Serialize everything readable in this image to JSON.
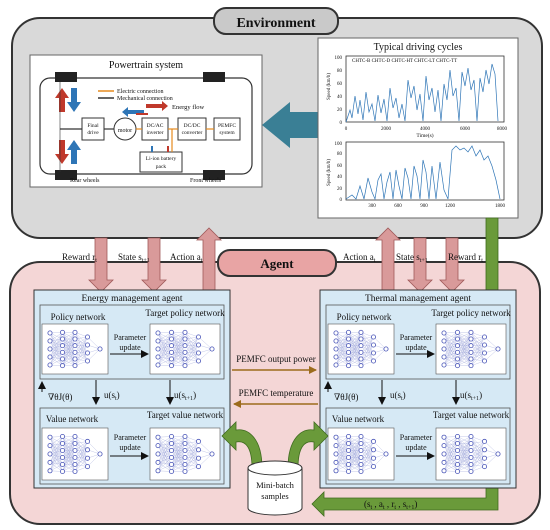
{
  "environment": {
    "title": "Environment",
    "bg": "#d9d9d9",
    "border": "#333333"
  },
  "agent": {
    "title": "Agent",
    "bg": "#f4d6d6",
    "label_bg": "#e8a4a4"
  },
  "powertrain": {
    "title": "Powertrain system",
    "legend": [
      "Electric connection",
      "Mechanical connection",
      "Energy flow"
    ],
    "components": {
      "final_drive": "Final drive",
      "motor": "motor",
      "dcac": "DC/AC inverter",
      "dcdc": "DC/DC converter",
      "pemfc": "PEMFC system",
      "battery": "Li-ion battery pack",
      "rear_wheels": "Rear wheels",
      "front_wheels": "Front wheels"
    }
  },
  "driving_cycles": {
    "title": "Typical driving cycles",
    "top_phase_labels": "CHTC-B  CHTC-D  CHTC-HT  CHTC-LT  CHTC-TT",
    "ylabel": "Speed (km/h)",
    "xlabel_top": "Time(s)",
    "top_yticks": [
      "0",
      "20",
      "40",
      "60",
      "80",
      "100"
    ],
    "top_xticks": [
      "0",
      "2000",
      "4000",
      "6000",
      "8000"
    ],
    "bottom_yticks": [
      "0",
      "20",
      "40",
      "60",
      "80",
      "100"
    ],
    "bottom_xticks": [
      "300",
      "600",
      "900",
      "1200",
      "1800"
    ],
    "line_color": "#2e75b6"
  },
  "signals_left": {
    "reward": "Reward r",
    "reward_sub": "t",
    "state": "State s",
    "state_sub": "t+1",
    "action": "Action a",
    "action_sub": "t"
  },
  "signals_right": {
    "action": "Action a",
    "action_sub": "t",
    "state": "State s",
    "state_sub": "t+1",
    "reward": "Reward r",
    "reward_sub": "t"
  },
  "energy_agent": {
    "title": "Energy management agent",
    "policy": "Policy network",
    "target_policy": "Target policy network",
    "param_update": "Parameter update",
    "value": "Value network",
    "target_value": "Target value network",
    "grad": "∇θJ(θ)",
    "u_st": "u(st)",
    "u_st1": "u(st+1)"
  },
  "thermal_agent": {
    "title": "Thermal management agent",
    "policy": "Policy network",
    "target_policy": "Target policy network",
    "param_update": "Parameter update",
    "value": "Value network",
    "target_value": "Target value network",
    "grad": "∇θJ(θ)",
    "u_st": "u(st)",
    "u_st1": "u(st+1)"
  },
  "exchange": {
    "output_power": "PEMFC  output power",
    "temperature": "PEMFC temperature"
  },
  "minibatch": {
    "label": "Mini-batch samples",
    "tuple": "(st , at , rt , st+1)"
  },
  "colors": {
    "pink_arrow": "#d99a9a",
    "green_arrow": "#6a9a3a",
    "teal_arrow": "#3a7f95",
    "blue_panel": "#d6e9f5",
    "net_node": "#4a56b8"
  }
}
